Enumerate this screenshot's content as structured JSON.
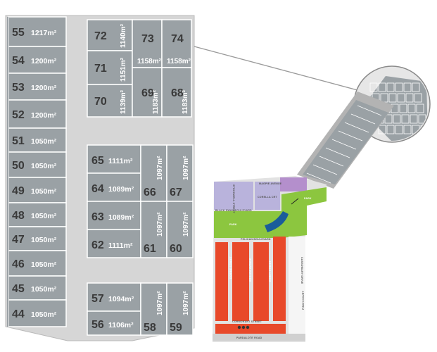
{
  "lots_left": [
    {
      "id": "lot-55",
      "number": "55",
      "area": "1217m²"
    },
    {
      "id": "lot-54",
      "number": "54",
      "area": "1200m²"
    },
    {
      "id": "lot-53",
      "number": "53",
      "area": "1200m²"
    },
    {
      "id": "lot-52",
      "number": "52",
      "area": "1200m²"
    },
    {
      "id": "lot-51",
      "number": "51",
      "area": "1050m²"
    },
    {
      "id": "lot-50",
      "number": "50",
      "area": "1050m²"
    },
    {
      "id": "lot-49",
      "number": "49",
      "area": "1050m²"
    },
    {
      "id": "lot-48",
      "number": "48",
      "area": "1050m²"
    },
    {
      "id": "lot-47",
      "number": "47",
      "area": "1050m²"
    },
    {
      "id": "lot-46",
      "number": "46",
      "area": "1050m²"
    },
    {
      "id": "lot-45",
      "number": "45",
      "area": "1050m²"
    },
    {
      "id": "lot-44",
      "number": "44",
      "area": "1050m²"
    }
  ],
  "lots_top_block": [
    {
      "id": "lot-72",
      "number": "72",
      "area": "1140m²"
    },
    {
      "id": "lot-71",
      "number": "71",
      "area": "1151m²"
    },
    {
      "id": "lot-70",
      "number": "70",
      "area": "1139m²"
    },
    {
      "id": "lot-73",
      "number": "73",
      "area": "1158m²"
    },
    {
      "id": "lot-74",
      "number": "74",
      "area": "1158m²"
    },
    {
      "id": "lot-69",
      "number": "69",
      "area": "1183m²"
    },
    {
      "id": "lot-68",
      "number": "68",
      "area": "1183m²"
    }
  ],
  "lots_mid_block": [
    {
      "id": "lot-65",
      "number": "65",
      "area": "1111m²"
    },
    {
      "id": "lot-64",
      "number": "64",
      "area": "1089m²"
    },
    {
      "id": "lot-63",
      "number": "63",
      "area": "1089m²"
    },
    {
      "id": "lot-62",
      "number": "62",
      "area": "1111m²"
    },
    {
      "id": "lot-66",
      "number": "66",
      "area": "1097m²"
    },
    {
      "id": "lot-67",
      "number": "67",
      "area": "1097m²"
    },
    {
      "id": "lot-61",
      "number": "61",
      "area": "1097m²"
    },
    {
      "id": "lot-60",
      "number": "60",
      "area": "1097m²"
    }
  ],
  "lots_bottom_block": [
    {
      "id": "lot-57",
      "number": "57",
      "area": "1094m²"
    },
    {
      "id": "lot-56",
      "number": "56",
      "area": "1106m²"
    },
    {
      "id": "lot-58",
      "number": "58",
      "area": "1097m²"
    },
    {
      "id": "lot-59",
      "number": "59",
      "area": "1097m²"
    }
  ],
  "streets": {
    "black_swan": "BLACK SWAN BOULEVARD",
    "pelican": "PELICAN BOULEVARD",
    "cormorant": "CORMORANT STREET",
    "pardalote": "PARDALOTE ROAD",
    "stockwell": "STOCKWELL STREET",
    "dorrie": "DORRIE STREET",
    "brolga": "BROLGA AVENUE",
    "egret": "EGRET STREET",
    "cassowary": "CASSOWARY DRIVE",
    "finch": "FINCH COURT",
    "corella": "CORELLA CRT",
    "magpie": "MAGPIE AVENUE",
    "park1": "PARK",
    "park2": "PARK"
  },
  "colors": {
    "lot_fill": "#9aa1a5",
    "lot_border": "#ffffff",
    "road": "#d6d6d6",
    "lot_number": "#3a3a3a",
    "area_text": "#ffffff",
    "red_lots": "#e8492a",
    "green_park": "#8cc63f",
    "purple_lots": "#b48fcc",
    "lavender_lots": "#b9b3dc",
    "water": "#1a5c9a",
    "inset_grey": "#9aa1a5"
  }
}
